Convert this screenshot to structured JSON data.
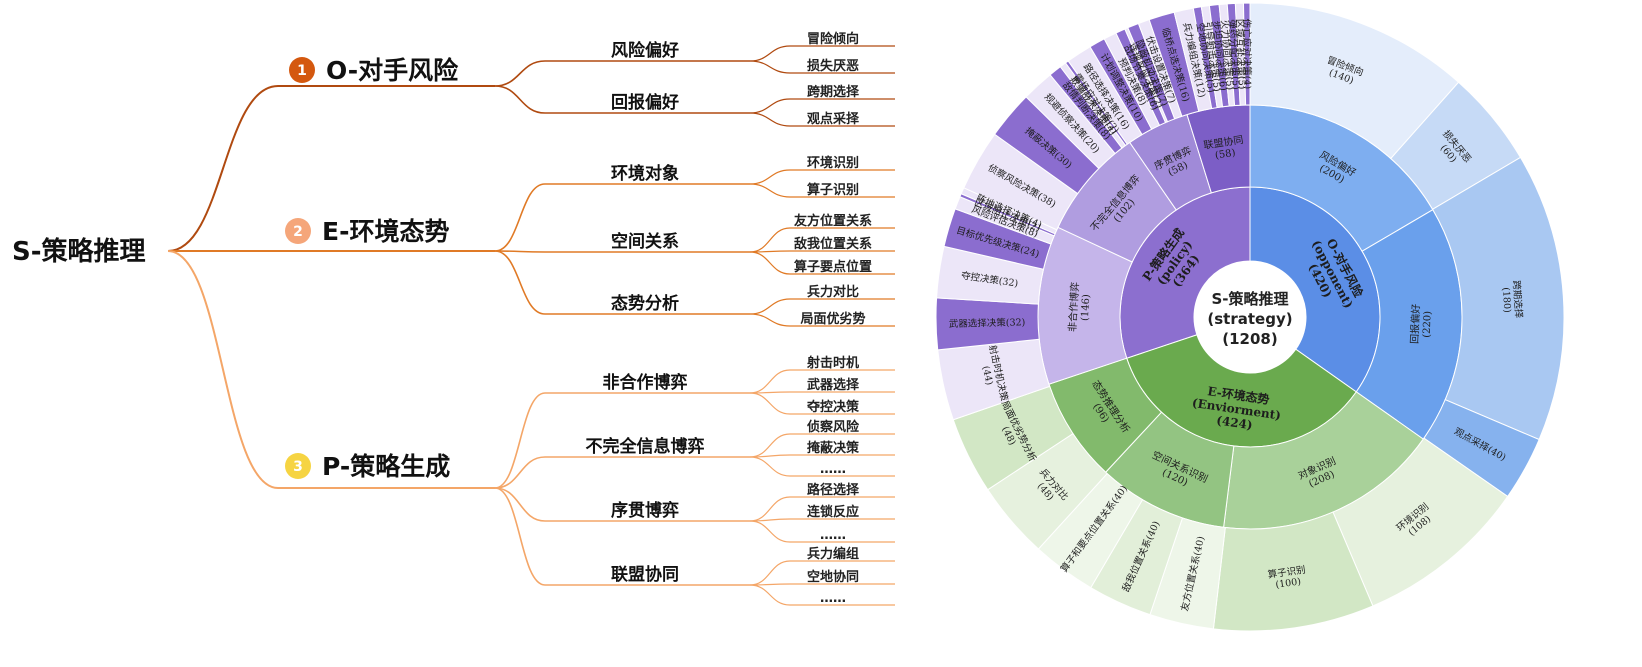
{
  "colors": {
    "risk": "#b04a10",
    "env": "#e07a26",
    "policy": "#f4a668",
    "num1": "#d4580f",
    "num2": "#f5a67a",
    "num3": "#f6d442",
    "opp_inner": "#5b8ee6",
    "env_inner": "#6aaa4e",
    "pol_inner": "#8c6fcf"
  },
  "mindmap": {
    "root": "S-策略推理",
    "branches": [
      {
        "num": "1",
        "label": "O-对手风险",
        "children": [
          {
            "label": "风险偏好",
            "leaves": [
              "冒险倾向",
              "损失厌恶"
            ]
          },
          {
            "label": "回报偏好",
            "leaves": [
              "跨期选择",
              "观点采择"
            ]
          }
        ]
      },
      {
        "num": "2",
        "label": "E-环境态势",
        "children": [
          {
            "label": "环境对象",
            "leaves": [
              "环境识别",
              "算子识别"
            ]
          },
          {
            "label": "空间关系",
            "leaves": [
              "友方位置关系",
              "敌我位置关系",
              "算子要点位置"
            ]
          },
          {
            "label": "态势分析",
            "leaves": [
              "兵力对比",
              "局面优劣势"
            ]
          }
        ]
      },
      {
        "num": "3",
        "label": "P-策略生成",
        "children": [
          {
            "label": "非合作博弈",
            "leaves": [
              "射击时机",
              "武器选择",
              "夺控决策"
            ]
          },
          {
            "label": "不完全信息博弈",
            "leaves": [
              "侦察风险",
              "掩蔽决策",
              "……"
            ]
          },
          {
            "label": "序贯博弈",
            "leaves": [
              "路径选择",
              "连锁反应",
              "……"
            ]
          },
          {
            "label": "联盟协同",
            "leaves": [
              "兵力编组",
              "空地协同",
              "……"
            ]
          }
        ]
      }
    ]
  },
  "sunburst": {
    "center": {
      "line1": "S-策略推理",
      "line2": "(strategy)",
      "line3": "(1208)"
    },
    "inner": [
      {
        "key": "opp",
        "l1": "O-对手风险",
        "l2": "(opponent)",
        "l3": "(420)",
        "value": 420,
        "color": "#5b8ee6"
      },
      {
        "key": "env",
        "l1": "E-环境态势",
        "l2": "(Enviorment)",
        "l3": "(424)",
        "value": 424,
        "color": "#6aaa4e"
      },
      {
        "key": "pol",
        "l1": "P-策略生成",
        "l2": "(policy)",
        "l3": "(364)",
        "value": 364,
        "color": "#8c6fcf"
      }
    ],
    "middle": [
      {
        "label": "风险偏好",
        "count": "(200)",
        "value": 200,
        "color": "#7eaef0"
      },
      {
        "label": "回报偏好",
        "count": "(220)",
        "value": 220,
        "color": "#6aa0ec"
      },
      {
        "label": "对象识别",
        "count": "(208)",
        "value": 208,
        "color": "#a9d19a"
      },
      {
        "label": "空间关系识别",
        "count": "(120)",
        "value": 120,
        "color": "#93c482"
      },
      {
        "label": "态势推理分析",
        "count": "(96)",
        "value": 96,
        "color": "#82ba6c"
      },
      {
        "label": "非合作博弈",
        "count": "(146)",
        "value": 146,
        "color": "#c5b5ea"
      },
      {
        "label": "不完全信息博弈",
        "count": "(102)",
        "value": 102,
        "color": "#b09de0"
      },
      {
        "label": "序贯博弈",
        "count": "(58)",
        "value": 58,
        "color": "#a08ad8"
      },
      {
        "label": "联盟协同",
        "count": "(58)",
        "value": 58,
        "color": "#7c5ec6"
      }
    ],
    "outer": [
      {
        "label": "冒险倾向",
        "count": "(140)",
        "value": 140,
        "color": "#e4edfb"
      },
      {
        "label": "损失厌恶",
        "count": "(60)",
        "value": 60,
        "color": "#c6daf6"
      },
      {
        "label": "跨期选择",
        "count": "(180)",
        "value": 180,
        "color": "#a9c8f2"
      },
      {
        "label": "观点采择",
        "count": "(40)",
        "value": 40,
        "color": "#86b2ee"
      },
      {
        "label": "环境识别",
        "count": "(108)",
        "value": 108,
        "color": "#e6f1de"
      },
      {
        "label": "算子识别",
        "count": "(100)",
        "value": 100,
        "color": "#d2e7c5"
      },
      {
        "label": "友方位置关系",
        "count": "(40)",
        "value": 40,
        "color": "#eef6e9"
      },
      {
        "label": "敌我位置关系",
        "count": "(40)",
        "value": 40,
        "color": "#e2efd9"
      },
      {
        "label": "算子和要点位置关系",
        "count": "(40)",
        "value": 40,
        "color": "#eef6e9"
      },
      {
        "label": "兵力对比",
        "count": "(48)",
        "value": 48,
        "color": "#e6f1de"
      },
      {
        "label": "局面优劣势分析",
        "count": "(48)",
        "value": 48,
        "color": "#d2e7c5"
      },
      {
        "label": "射击时机决策",
        "count": "(44)",
        "value": 44,
        "color": "#ece6f8"
      },
      {
        "label": "武器选择决策",
        "count": "(32)",
        "value": 32,
        "color": "#8b6dcf"
      },
      {
        "label": "夺控决策",
        "count": "(32)",
        "value": 32,
        "color": "#ece6f8"
      },
      {
        "label": "目标优先级决策",
        "count": "(24)",
        "value": 24,
        "color": "#8b6dcf"
      },
      {
        "label": "风险评估决策",
        "count": "(8)",
        "value": 8,
        "color": "#ece6f8"
      },
      {
        "label": "区域阻止决策",
        "count": "(2)",
        "value": 2,
        "color": "#8b6dcf"
      },
      {
        "label": "阵地选择决策",
        "count": "(4)",
        "value": 4,
        "color": "#ece6f8"
      },
      {
        "label": "侦察风险决策",
        "count": "(38)",
        "value": 38,
        "color": "#ece6f8"
      },
      {
        "label": "掩蔽决策",
        "count": "(30)",
        "value": 30,
        "color": "#8b6dcf"
      },
      {
        "label": "规避侦察决策",
        "count": "(20)",
        "value": 20,
        "color": "#ece6f8"
      },
      {
        "label": "敌情判断决策",
        "count": "(8)",
        "value": 8,
        "color": "#8b6dcf"
      },
      {
        "label": "欺骗战术决策",
        "count": "(4)",
        "value": 4,
        "color": "#ece6f8"
      },
      {
        "label": "雷场应对决策",
        "count": "(2)",
        "value": 2,
        "color": "#8b6dcf"
      },
      {
        "label": "路径选择决策",
        "count": "(16)",
        "value": 16,
        "color": "#ece6f8"
      },
      {
        "label": "计划调整决策",
        "count": "(10)",
        "value": 10,
        "color": "#8b6dcf"
      },
      {
        "label": "预判决策",
        "count": "(8)",
        "value": 8,
        "color": "#ece6f8"
      },
      {
        "label": "战场节奏决策",
        "count": "(6)",
        "value": 6,
        "color": "#8b6dcf"
      },
      {
        "label": "连锁反应决策",
        "count": "(2)",
        "value": 2,
        "color": "#ece6f8"
      },
      {
        "label": "隐蔽机动决策",
        "count": "(7)",
        "value": 7,
        "color": "#8b6dcf"
      },
      {
        "label": "伏击设置决策",
        "count": "(7)",
        "value": 7,
        "color": "#ece6f8"
      },
      {
        "label": "临桥点选决策",
        "count": "(16)",
        "value": 16,
        "color": "#8b6dcf"
      },
      {
        "label": "兵力编组决策",
        "count": "(12)",
        "value": 12,
        "color": "#ece6f8"
      },
      {
        "label": "空地协同决策",
        "count": "(5)",
        "value": 5,
        "color": "#8b6dcf"
      },
      {
        "label": "引导射击决策",
        "count": "(5)",
        "value": 5,
        "color": "#ece6f8"
      },
      {
        "label": "步坦协同决策",
        "count": "(6)",
        "value": 6,
        "color": "#8b6dcf"
      },
      {
        "label": "火力协同决策",
        "count": "(5)",
        "value": 5,
        "color": "#ece6f8"
      },
      {
        "label": "弹药分配决策",
        "count": "(5)",
        "value": 5,
        "color": "#8b6dcf"
      },
      {
        "label": "区域互补决策",
        "count": "(5)",
        "value": 5,
        "color": "#ece6f8"
      },
      {
        "label": "伤亡应对决策",
        "count": "(4)",
        "value": 4,
        "color": "#8b6dcf"
      }
    ]
  }
}
